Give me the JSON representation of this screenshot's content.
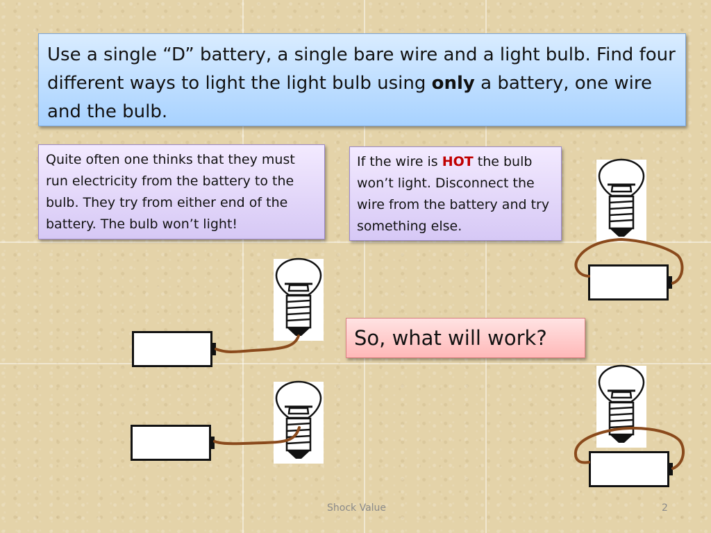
{
  "title": {
    "part1": " Use a single “D” battery, a single bare wire and a light bulb.  Find four different ways to light the light bulb using ",
    "bold": "only",
    "part2": " a battery, one wire and the bulb."
  },
  "note_left": {
    "text": "Quite often one thinks that they must run electricity from the battery to the bulb. They try from either end of the battery. The bulb won’t light!"
  },
  "note_right": {
    "part1": "If the wire is ",
    "hot": "HOT",
    "part2": " the bulb won’t light. Disconnect the wire from the battery and try something else."
  },
  "question": "So, what will work?",
  "footer": {
    "label": "Shock Value",
    "page": "2"
  },
  "colors": {
    "wire": "#8a4a1c",
    "hot": "#c00000",
    "title_fill": "#a8d2ff",
    "note_fill": "#d6c8f5",
    "question_fill": "#ffb8b8"
  }
}
